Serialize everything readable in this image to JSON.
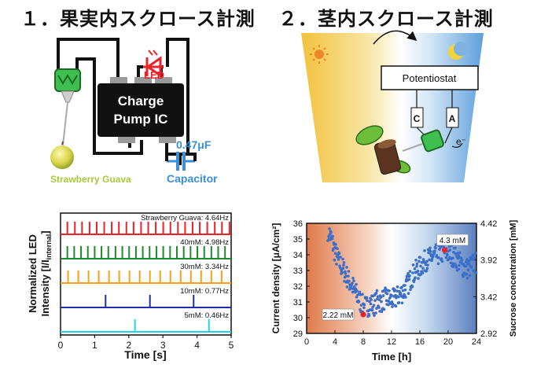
{
  "headings": {
    "left": "１．果実内スクロース計測",
    "right": "２．茎内スクロース計測"
  },
  "circuit": {
    "ic_line1": "Charge",
    "ic_line2": "Pump IC",
    "led_label": "LED",
    "capacitor_value": "0.47μF",
    "capacitor_label": "Capacitor",
    "fruit_label": "Strawberry Guava"
  },
  "stem": {
    "potentiostat_label": "Potentiostat",
    "electrode_c": "C",
    "electrode_a": "A",
    "electron_label": "e⁻"
  },
  "colors": {
    "red": "#e8232a",
    "green": "#1f8a2c",
    "orange": "#f4a11c",
    "blue": "#1f2ea8",
    "cyan": "#1fd6e8",
    "scatter": "#3b6fc9",
    "highlight": "#e8232a",
    "capacitor": "#3a8fd6",
    "fruit_text": "#a9c93a"
  },
  "chart_data": [
    {
      "type": "line",
      "ylabel_line1": "Normalized LED",
      "ylabel_line2": "Intensity [I/I",
      "ylabel_sub": "internal",
      "ylabel_end": "]",
      "xlabel": "Time [s]",
      "xlim": [
        0,
        5
      ],
      "x_ticks": [
        "0",
        "1",
        "2",
        "3",
        "4",
        "5"
      ],
      "series": [
        {
          "name": "Strawberry Guava: 4.64Hz",
          "color": "#e8232a",
          "pulse_times": [
            0.2,
            0.42,
            0.63,
            0.85,
            1.06,
            1.28,
            1.5,
            1.71,
            1.93,
            2.14,
            2.36,
            2.57,
            2.79,
            3.01,
            3.22,
            3.44,
            3.65,
            3.87,
            4.08,
            4.3,
            4.52,
            4.73,
            4.95
          ]
        },
        {
          "name": "40mM: 4.98Hz",
          "color": "#1f8a2c",
          "pulse_times": [
            0.2,
            0.4,
            0.6,
            0.8,
            1.0,
            1.2,
            1.4,
            1.61,
            1.81,
            2.01,
            2.21,
            2.41,
            2.61,
            2.81,
            3.01,
            3.21,
            3.41,
            3.61,
            3.81,
            4.01,
            4.21,
            4.42,
            4.62,
            4.82
          ]
        },
        {
          "name": "30mM: 3.34Hz",
          "color": "#f4a11c",
          "pulse_times": [
            0.22,
            0.52,
            0.82,
            1.12,
            1.42,
            1.72,
            2.02,
            2.32,
            2.62,
            2.92,
            3.22,
            3.52,
            3.82,
            4.12,
            4.42,
            4.72
          ]
        },
        {
          "name": "10mM: 0.77Hz",
          "color": "#1f2ea8",
          "pulse_times": [
            1.32,
            2.62,
            3.9
          ]
        },
        {
          "name": "5mM: 0.46Hz",
          "color": "#1fd6e8",
          "pulse_times": [
            2.18,
            4.35
          ]
        }
      ]
    },
    {
      "type": "scatter",
      "xlabel": "Time [h]",
      "ylabel": "Current density [μA/cm²]",
      "ylabel_right": "Sucrose concentration [mM]",
      "xlim": [
        0,
        24
      ],
      "ylim": [
        29,
        36
      ],
      "x_ticks": [
        0,
        4,
        8,
        12,
        16,
        20,
        24
      ],
      "y_ticks": [
        29,
        30,
        31,
        32,
        33,
        34,
        35,
        36
      ],
      "y2_ticks": [
        {
          "label": "2.92",
          "at": 29
        },
        {
          "label": "3.42",
          "at": 31.33
        },
        {
          "label": "3.92",
          "at": 33.67
        },
        {
          "label": "4.42",
          "at": 36
        }
      ],
      "trend_points": [
        [
          3.0,
          35.6
        ],
        [
          3.5,
          35.0
        ],
        [
          4.0,
          34.2
        ],
        [
          4.5,
          33.6
        ],
        [
          5.0,
          33.2
        ],
        [
          5.5,
          32.8
        ],
        [
          6.0,
          32.3
        ],
        [
          6.5,
          32.0
        ],
        [
          7.0,
          31.5
        ],
        [
          7.5,
          31.1
        ],
        [
          8.0,
          30.7
        ],
        [
          8.5,
          30.7
        ],
        [
          9.0,
          30.9
        ],
        [
          9.5,
          30.8
        ],
        [
          10.0,
          31.1
        ],
        [
          10.5,
          31.0
        ],
        [
          11.0,
          31.2
        ],
        [
          11.5,
          31.2
        ],
        [
          12.0,
          31.1
        ],
        [
          12.5,
          31.2
        ],
        [
          13.0,
          31.4
        ],
        [
          13.5,
          31.6
        ],
        [
          14.0,
          31.9
        ],
        [
          14.5,
          32.3
        ],
        [
          15.0,
          32.7
        ],
        [
          15.5,
          33.0
        ],
        [
          16.0,
          33.2
        ],
        [
          16.5,
          33.5
        ],
        [
          17.0,
          33.7
        ],
        [
          17.5,
          33.8
        ],
        [
          18.0,
          33.9
        ],
        [
          18.5,
          34.0
        ],
        [
          19.0,
          34.1
        ],
        [
          19.5,
          34.2
        ],
        [
          20.0,
          34.1
        ],
        [
          20.5,
          34.0
        ],
        [
          21.0,
          33.8
        ],
        [
          21.5,
          33.6
        ],
        [
          22.0,
          33.3
        ],
        [
          22.5,
          33.1
        ],
        [
          23.0,
          33.2
        ],
        [
          23.5,
          33.4
        ],
        [
          24.0,
          33.5
        ]
      ],
      "highlights": [
        {
          "label": "2.22 mM",
          "x": 8.0,
          "y": 30.2
        },
        {
          "label": "4.3 mM",
          "x": 19.5,
          "y": 34.3
        }
      ]
    }
  ]
}
